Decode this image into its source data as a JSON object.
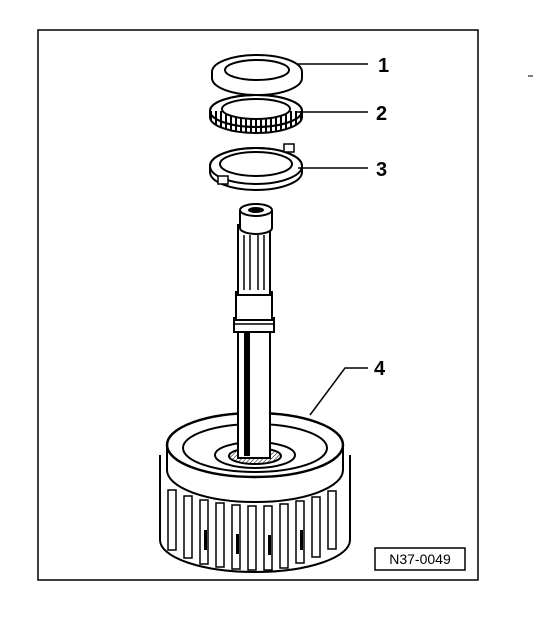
{
  "figure": {
    "callouts": [
      {
        "label": "1",
        "part": "thrust-washer"
      },
      {
        "label": "2",
        "part": "needle-bearing"
      },
      {
        "label": "3",
        "part": "thrust-washer-with-tabs"
      },
      {
        "label": "4",
        "part": "clutch-drum-with-shaft"
      }
    ],
    "reference": "N37-0049"
  }
}
